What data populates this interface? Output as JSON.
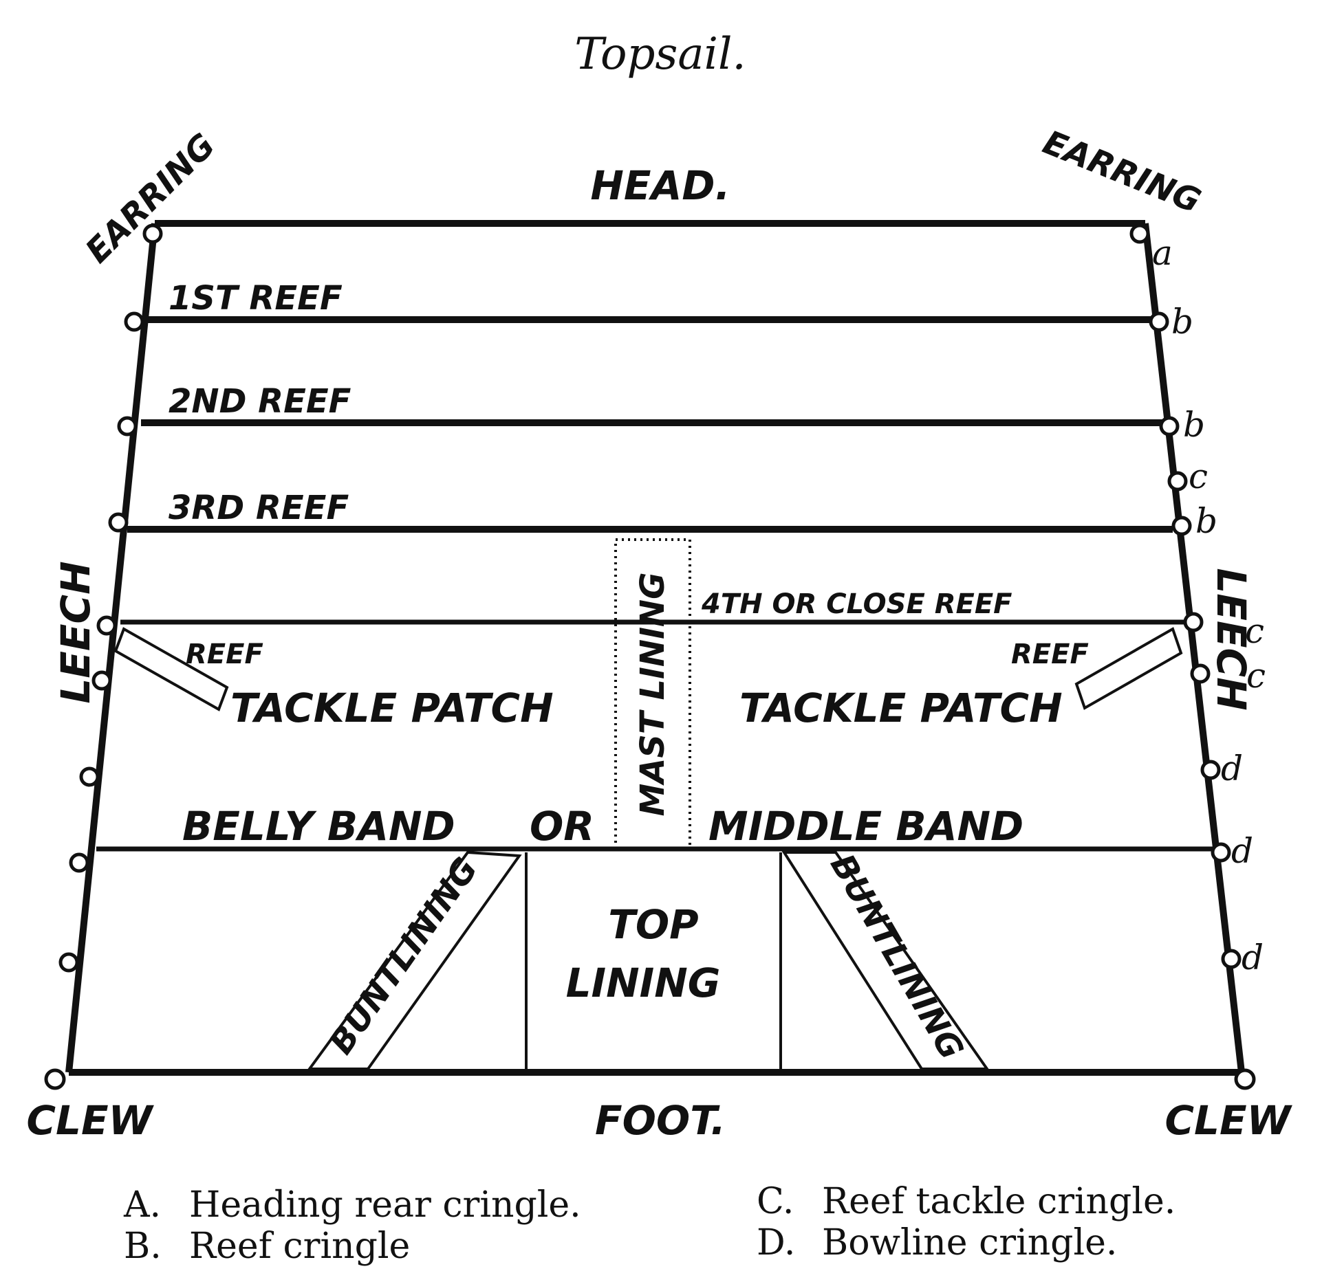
{
  "title": "Topsail.",
  "labels": {
    "head": "HEAD.",
    "foot": "FOOT.",
    "earring_left": "EARRING",
    "earring_right": "EARRING",
    "leech_left": "LEECH",
    "leech_right": "LEECH",
    "clew_left": "CLEW",
    "clew_right": "CLEW",
    "reef1": "1ST REEF",
    "reef2": "2ND REEF",
    "reef3": "3RD REEF",
    "reef4": "4TH OR CLOSE REEF",
    "reef_left": "REEF",
    "reef_right": "REEF",
    "tackle_patch_left": "TACKLE PATCH",
    "tackle_patch_right": "TACKLE PATCH",
    "mast_lining": "MAST LINING",
    "belly_band": "BELLY BAND",
    "or": "OR",
    "middle_band": "MIDDLE BAND",
    "buntlining_left": "BUNTLINING",
    "buntlining_right": "BUNTLINING",
    "top_lining_1": "TOP",
    "top_lining_2": "LINING"
  },
  "cringle_letters": [
    "a",
    "b",
    "b",
    "c",
    "b",
    "c",
    "c",
    "d",
    "d",
    "d"
  ],
  "legend": [
    {
      "key": "A.",
      "text": "Heading rear cringle."
    },
    {
      "key": "B.",
      "text": "Reef cringle"
    },
    {
      "key": "C.",
      "text": "Reef tackle cringle."
    },
    {
      "key": "D.",
      "text": "Bowline cringle."
    }
  ]
}
